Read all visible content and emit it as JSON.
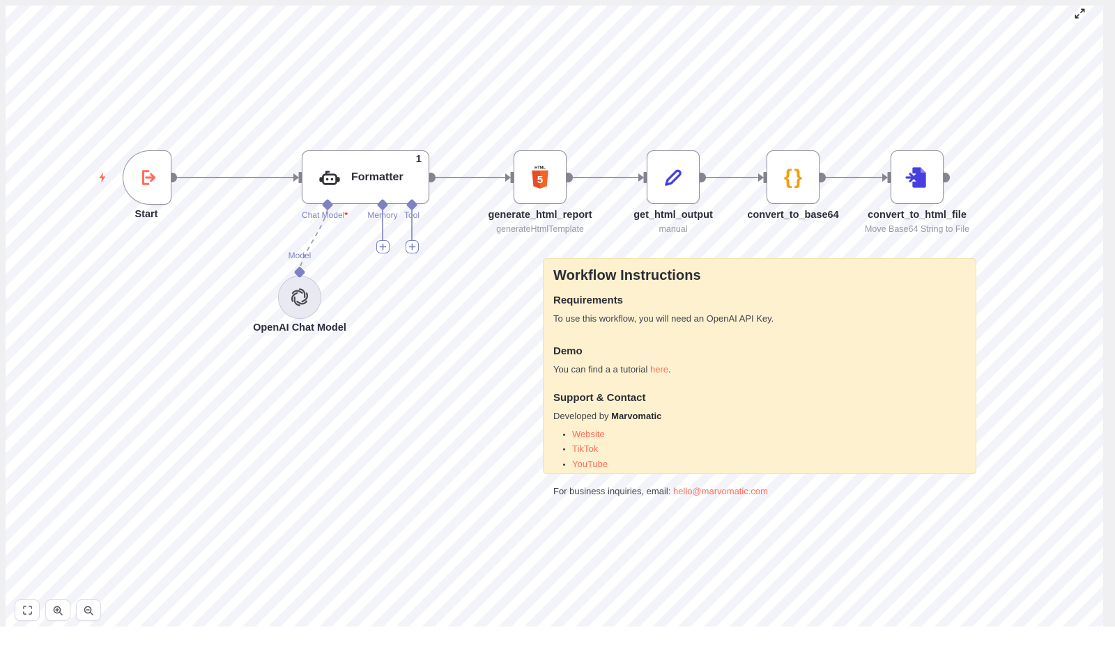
{
  "colors": {
    "accent_coral": "#ff6d5a",
    "connector_lavender": "#7e82c1",
    "wire_gray": "#9b9ca4",
    "endpoint_gray": "#85858f",
    "sticky_bg": "#fdf1cf",
    "html5_orange": "#e44d26",
    "braces_orange": "#f59e0b",
    "pen_blue": "#4340e8",
    "file_blue": "#4540df"
  },
  "workflow": {
    "nodes": {
      "start": {
        "label": "Start"
      },
      "formatter": {
        "label": "Formatter",
        "items_count": "1",
        "ports": {
          "chat_model": {
            "label": "Chat Model",
            "required_marker": "*"
          },
          "memory": {
            "label": "Memory"
          },
          "tool": {
            "label": "Tool"
          }
        }
      },
      "openai_chat_model": {
        "label": "OpenAI Chat Model",
        "input_label": "Model"
      },
      "generate_html_report": {
        "label": "generate_html_report",
        "subtitle": "generateHtmlTemplate"
      },
      "get_html_output": {
        "label": "get_html_output",
        "subtitle": "manual"
      },
      "convert_to_base64": {
        "label": "convert_to_base64",
        "icon_glyph": "{}"
      },
      "convert_to_html_file": {
        "label": "convert_to_html_file",
        "subtitle": "Move Base64 String to File"
      }
    }
  },
  "sticky_note": {
    "title": "Workflow Instructions",
    "requirements": {
      "heading": "Requirements",
      "body": "To use this workflow, you will need an OpenAI API Key."
    },
    "demo": {
      "heading": "Demo",
      "body_prefix": "You can find a a tutorial ",
      "link_text": "here",
      "body_suffix": "."
    },
    "support": {
      "heading": "Support & Contact",
      "developed_by_prefix": "Developed by ",
      "developer": "Marvomatic",
      "links": [
        "Website",
        "TikTok",
        "YouTube"
      ],
      "contact_prefix": "For business inquiries, email: ",
      "email": "hello@marvomatic.com"
    }
  },
  "controls": {
    "buttons": [
      "fit-view",
      "zoom-in",
      "zoom-out"
    ],
    "expand": "expand-canvas"
  }
}
